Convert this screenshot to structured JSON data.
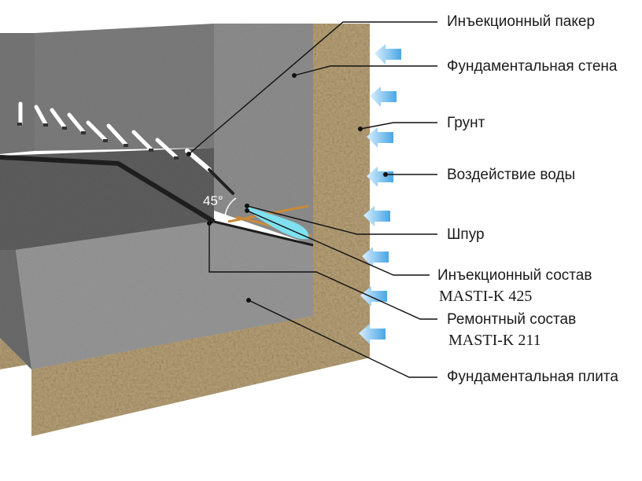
{
  "diagram": {
    "labels": {
      "packer": "Инъекционный пакер",
      "wall": "Фундаментальная стена",
      "soil": "Грунт",
      "water": "Воздействие воды",
      "bore": "Шпур",
      "injection": "Инъекционный состав",
      "injection_product": "MASTI-K 425",
      "repair": "Ремонтный состав",
      "repair_product": "MASTI-K 211",
      "slab": "Фундаментальная плита"
    },
    "angle": "45°"
  },
  "colors": {
    "concrete": "#8a8a8a",
    "gravel": "#a8987a",
    "water_arrow": "#6fb9ea",
    "injection": "#7fe0ef",
    "bore": "#c98a3a",
    "seal": "#1e1e1e"
  }
}
